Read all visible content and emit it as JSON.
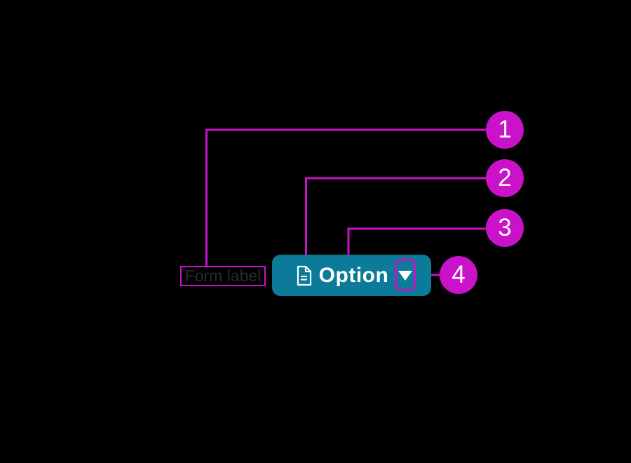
{
  "colors": {
    "background": "#000000",
    "annotation_magenta": "#c912c9",
    "button_teal": "#0c7a99",
    "button_text": "#ffffff",
    "form_label_text": "#242b33"
  },
  "form_label": {
    "text": "Form label"
  },
  "button": {
    "label": "Option",
    "leading_icon": "document-lines-icon",
    "trailing_icon": "caret-down-icon"
  },
  "callouts": [
    {
      "number": "1"
    },
    {
      "number": "2"
    },
    {
      "number": "3"
    },
    {
      "number": "4"
    }
  ]
}
